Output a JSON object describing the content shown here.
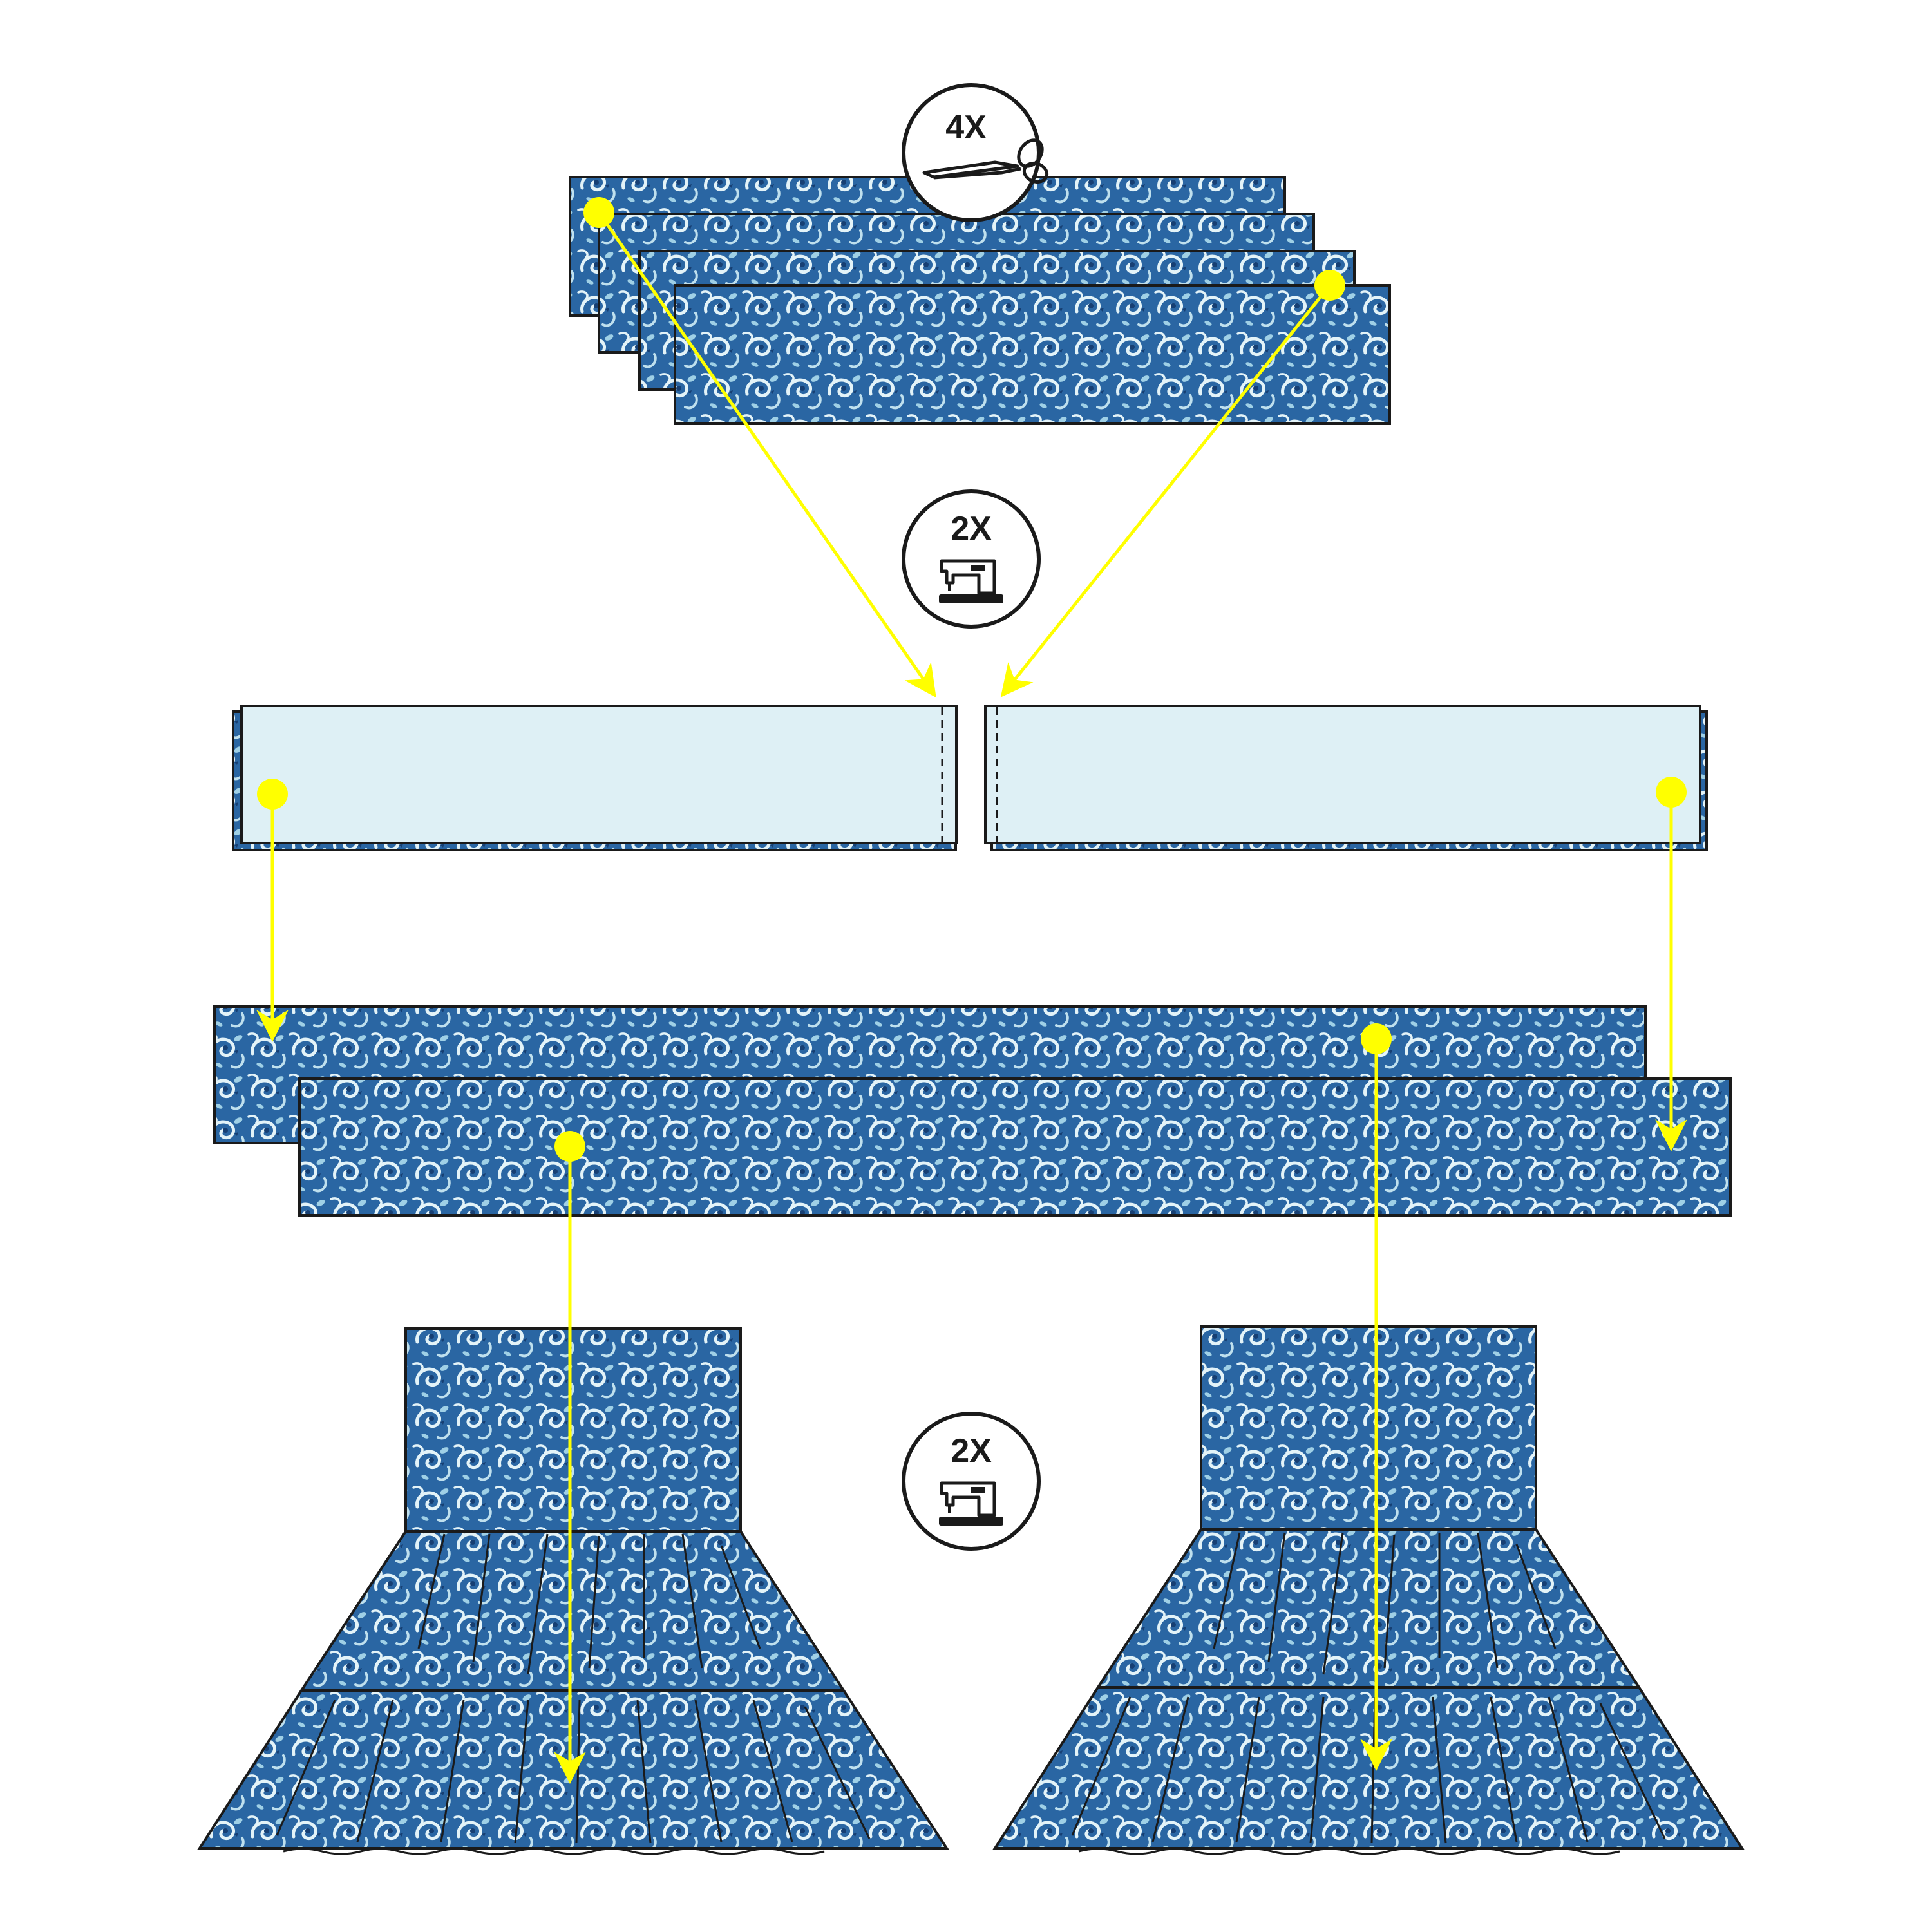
{
  "colors": {
    "fabric_dark": "#1f5a92",
    "fabric_mid": "#3f7fc0",
    "fabric_light": "#dff1f6",
    "lining": "#def0f5",
    "outline": "#1a1a1a",
    "arrow": "#ffff00"
  },
  "steps": [
    {
      "id": "cut",
      "badge": "4X",
      "icon": "scissors-icon",
      "description_pieces": 4
    },
    {
      "id": "sew_strips",
      "badge": "2X",
      "icon": "sewing-machine-icon"
    },
    {
      "id": "sew_skirt",
      "badge": "2X",
      "icon": "sewing-machine-icon"
    }
  ]
}
